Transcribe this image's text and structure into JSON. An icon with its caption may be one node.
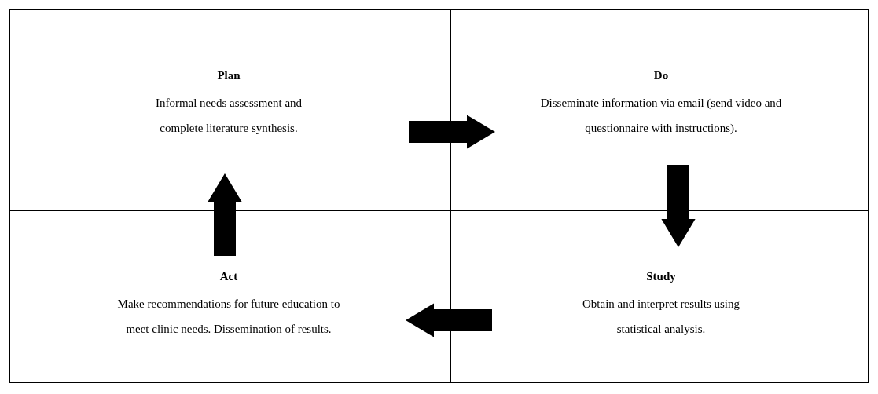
{
  "diagram": {
    "nodes": [
      {
        "text": [
          "Plan",
          "Informal needs assessment and complete literature synthesis."
        ]
      },
      {
        "text": [
          "Do",
          "Disseminate information via email (send video and questionnaire with instructions)."
        ]
      },
      {
        "text": [
          "Study",
          "Obtain and interpret results using statistical analysis."
        ]
      },
      {
        "text": [
          "Act",
          "Make recommendations for future education to meet clinic needs. Dissemination of results."
        ]
      }
    ],
    "edges": [
      {
        "from": 0,
        "to": 1,
        "arrow": "to"
      },
      {
        "from": 1,
        "to": 2,
        "arrow": "to"
      },
      {
        "from": 2,
        "to": 3,
        "arrow": "to"
      },
      {
        "from": 3,
        "to": 0,
        "arrow": "to"
      }
    ]
  }
}
